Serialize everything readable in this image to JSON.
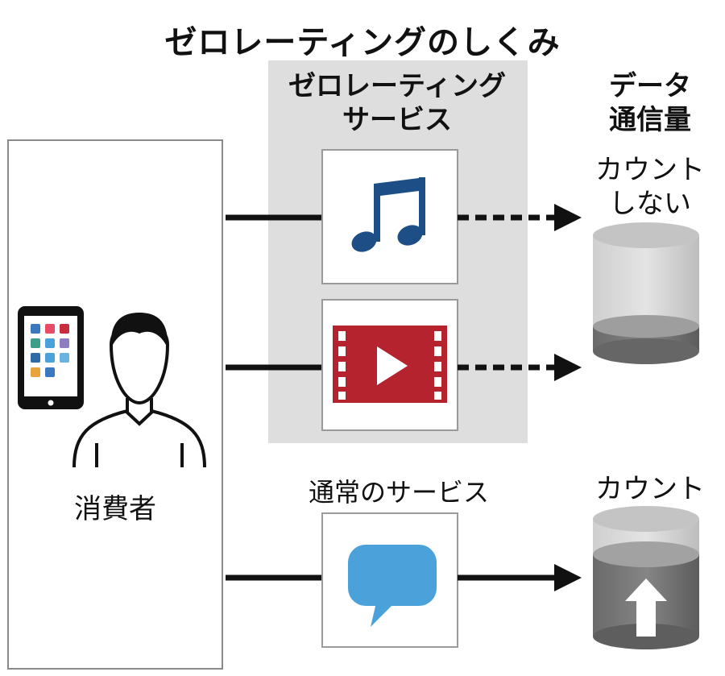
{
  "title": "ゼロレーティングのしくみ",
  "zero_rating_service": {
    "line1": "ゼロレーティング",
    "line2": "サービス"
  },
  "data_usage": {
    "line1": "データ",
    "line2": "通信量"
  },
  "not_counted": {
    "line1": "カウント",
    "line2": "しない"
  },
  "counted": "カウント",
  "normal_service": "通常のサービス",
  "consumer": "消費者",
  "icons": [
    "music-note-icon",
    "video-play-icon",
    "chat-bubble-icon",
    "smartphone-icon",
    "person-icon",
    "up-arrow-icon"
  ],
  "colors": {
    "music": "#1d4f86",
    "video": "#b5232f",
    "chat": "#4ba1d9",
    "zr_panel": "#dedede"
  }
}
